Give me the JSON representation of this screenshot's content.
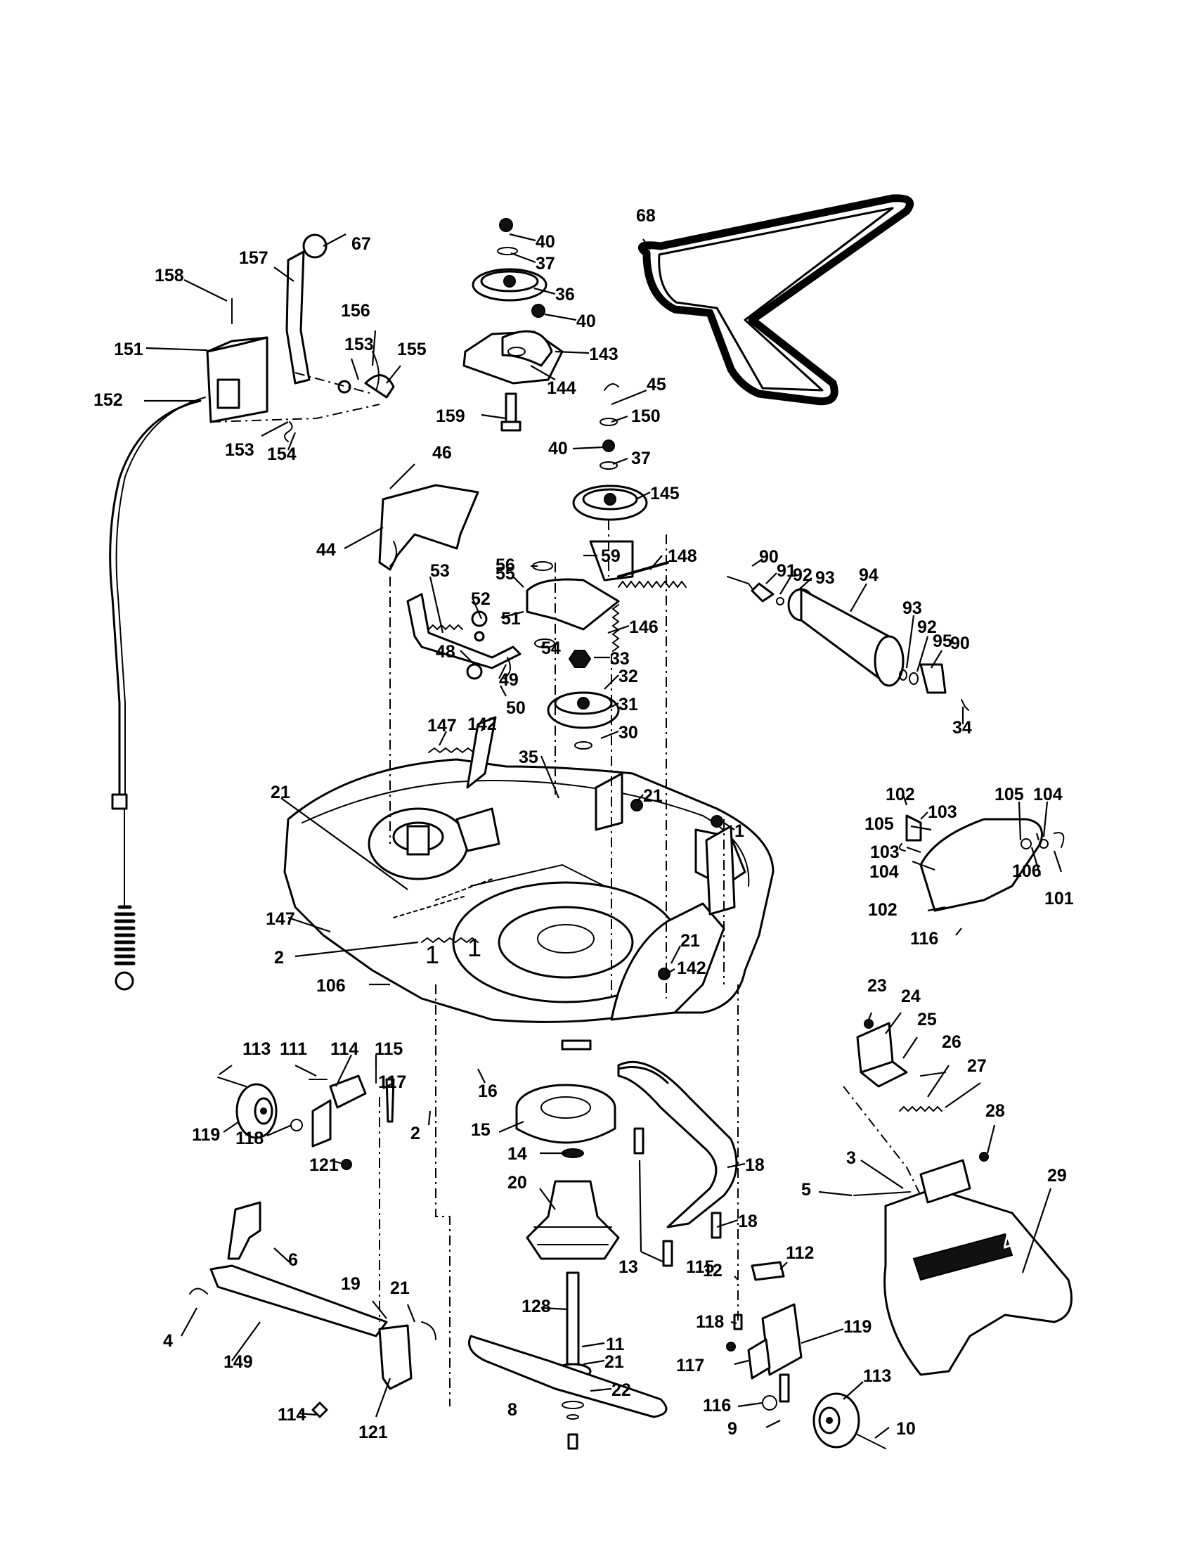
{
  "diagram": {
    "deck_markings": [
      "1",
      "1"
    ],
    "cover_marking": "42",
    "callouts": [
      "40",
      "37",
      "36",
      "40",
      "143",
      "144",
      "159",
      "68",
      "67",
      "157",
      "158",
      "151",
      "156",
      "153",
      "155",
      "152",
      "153",
      "154",
      "45",
      "150",
      "40",
      "37",
      "145",
      "46",
      "44",
      "56",
      "59",
      "148",
      "55",
      "51",
      "146",
      "54",
      "53",
      "52",
      "48",
      "49",
      "50",
      "33",
      "32",
      "31",
      "30",
      "35",
      "147",
      "142",
      "90",
      "91",
      "92",
      "93",
      "94",
      "93",
      "92",
      "95",
      "90",
      "34",
      "21",
      "21",
      "1",
      "147",
      "2",
      "21",
      "142",
      "106",
      "102",
      "103",
      "105",
      "105",
      "104",
      "103",
      "104",
      "106",
      "101",
      "102",
      "116",
      "113",
      "111",
      "114",
      "115",
      "117",
      "119",
      "118",
      "121",
      "2",
      "16",
      "15",
      "14",
      "20",
      "18",
      "18",
      "13",
      "12",
      "128",
      "11",
      "21",
      "22",
      "23",
      "24",
      "25",
      "26",
      "27",
      "28",
      "29",
      "3",
      "5",
      "6",
      "4",
      "149",
      "19",
      "21",
      "114",
      "121",
      "115",
      "112",
      "118",
      "119",
      "117",
      "116",
      "113",
      "10",
      "9",
      "8"
    ]
  }
}
